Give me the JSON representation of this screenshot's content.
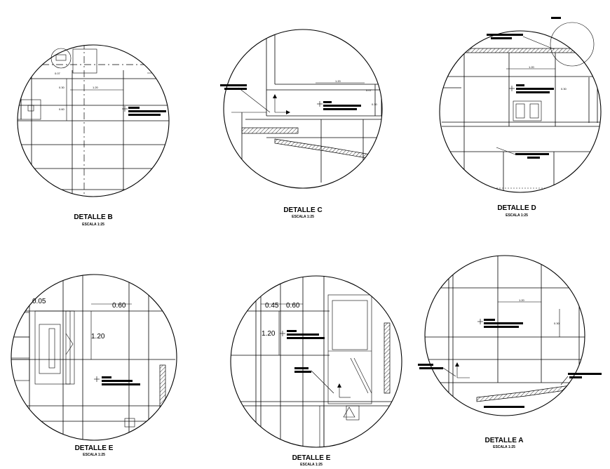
{
  "details": [
    {
      "id": "b",
      "title": "DETALLE B",
      "scale": "ESCALA 1:25"
    },
    {
      "id": "c",
      "title": "DETALLE C",
      "scale": "ESCALA 1:25"
    },
    {
      "id": "d",
      "title": "DETALLE D",
      "scale": "ESCALA 1:25"
    },
    {
      "id": "e1",
      "title": "DETALLE E",
      "scale": "ESCALA 1:25"
    },
    {
      "id": "e2",
      "title": "DETALLE E",
      "scale": "ESCALA 1:25"
    },
    {
      "id": "a",
      "title": "DETALLE A",
      "scale": "ESCALA 1:25"
    }
  ],
  "dimensions": {
    "b": {
      "width": "1.20",
      "h1": "0.30",
      "h2": "0.60",
      "small": "0.07"
    },
    "c": {
      "width": "1.20",
      "h1": "0.30",
      "small": "0.07"
    },
    "d": {
      "width": "1.20",
      "h1": "0.30"
    },
    "e1": {
      "a": "0.05",
      "b": "0.60",
      "c": "1.20"
    },
    "e2": {
      "a": "0.45",
      "b": "0.60",
      "c": "1.20"
    },
    "a": {
      "width": "1.20",
      "h1": "0.30"
    }
  }
}
